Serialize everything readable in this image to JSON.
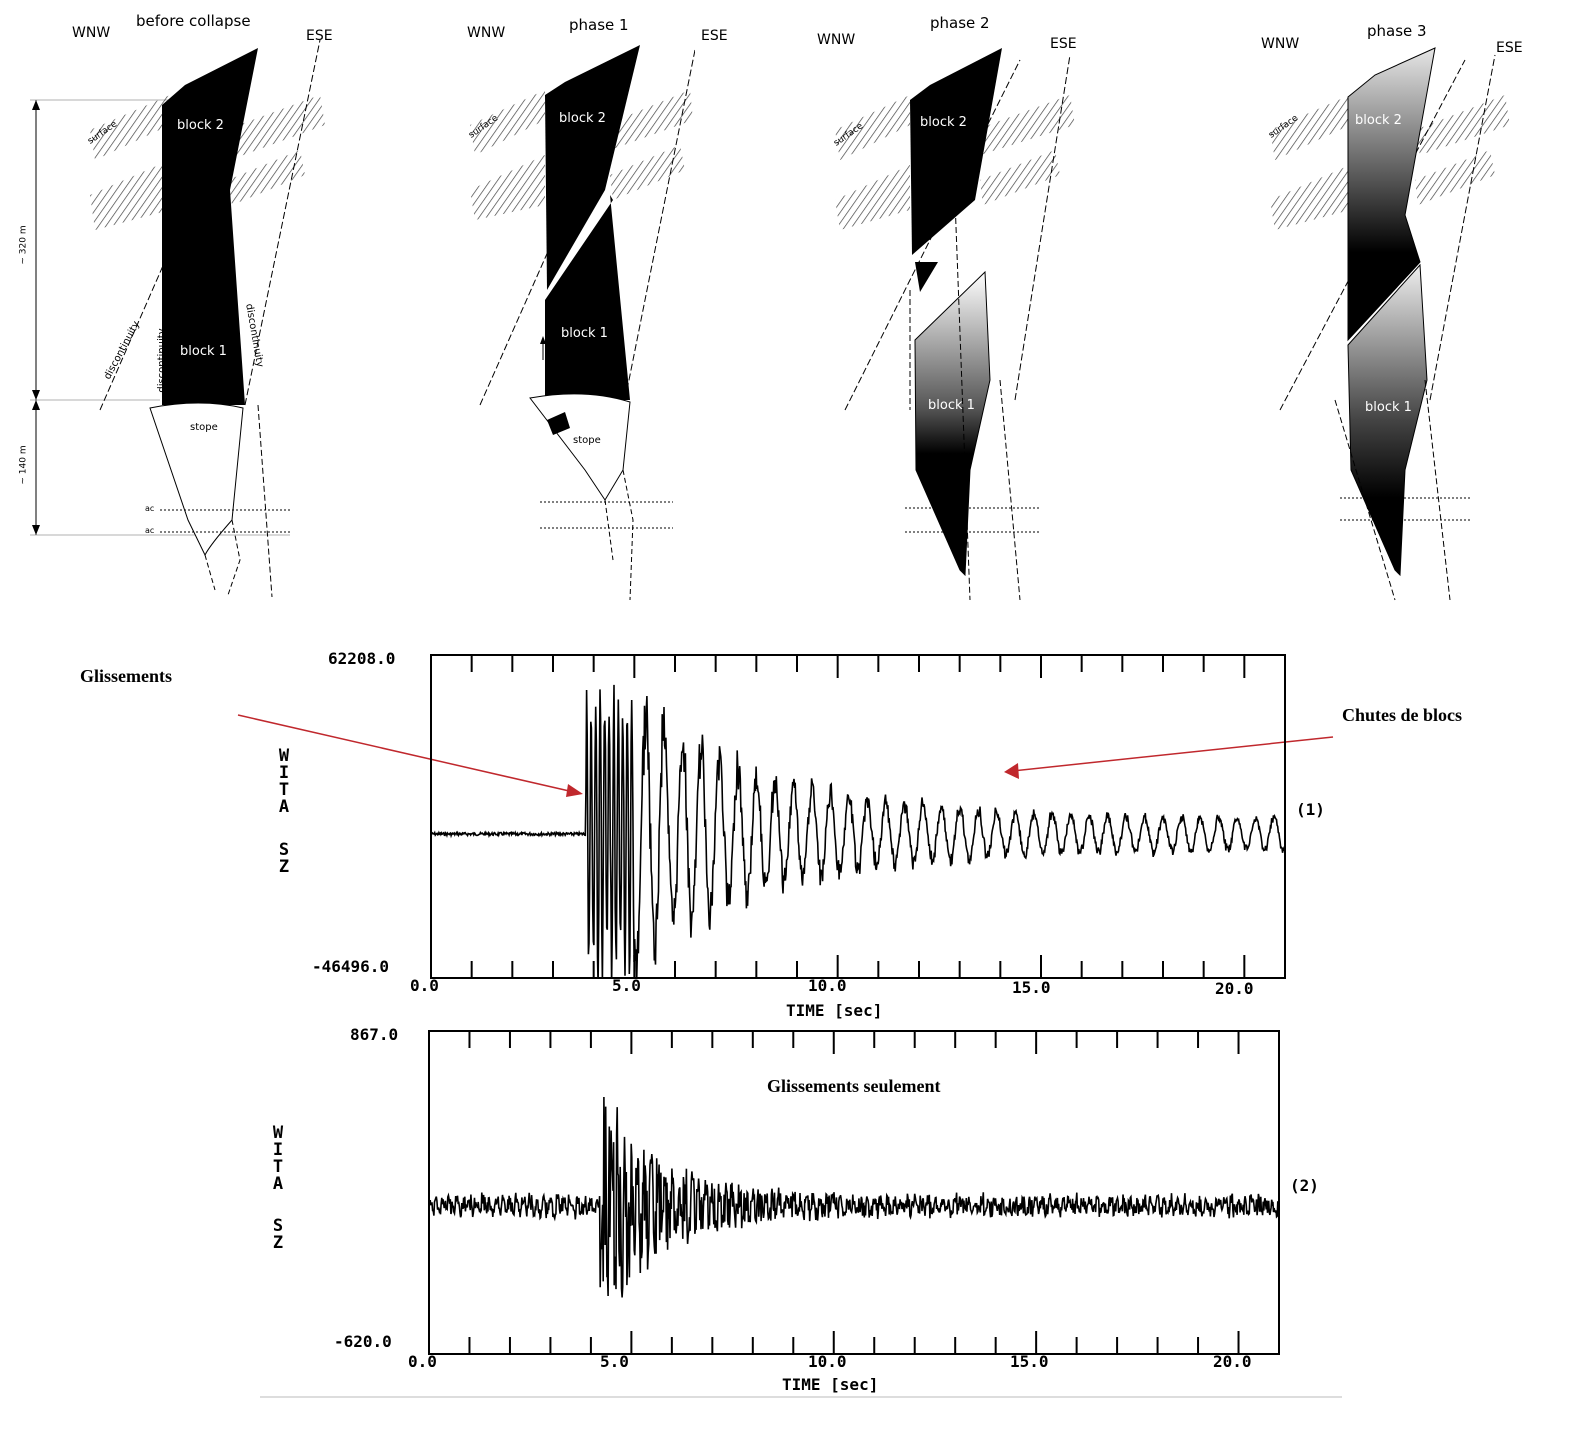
{
  "panels": [
    {
      "title": "before collapse",
      "left": "WNW",
      "right": "ESE",
      "block1": "block 1",
      "block2": "block 2",
      "stope": "stope",
      "surface": "surface",
      "discontinuity": "discontinuity",
      "dim_top": "~ 320 m",
      "dim_bottom": "~ 140 m",
      "ac": "ac"
    },
    {
      "title": "phase 1",
      "left": "WNW",
      "right": "ESE",
      "block1": "block 1",
      "block2": "block 2",
      "stope": "stope",
      "surface": "surface"
    },
    {
      "title": "phase 2",
      "left": "WNW",
      "right": "ESE",
      "block1": "block 1",
      "block2": "block 2",
      "surface": "surface"
    },
    {
      "title": "phase 3",
      "left": "WNW",
      "right": "ESE",
      "block1": "block 1",
      "block2": "block 2",
      "surface": "surface"
    }
  ],
  "annotations": {
    "glissements": "Glissements",
    "chutes": "Chutes de blocs",
    "glissements_seulement": "Glissements seulement",
    "arrow_color": "#c0282d"
  },
  "seismograms": [
    {
      "id": "(1)",
      "channel_a": "WITA",
      "channel_b": "SZ",
      "ymax": "62208.0",
      "ymin": "-46496.0",
      "xlabel": "TIME [sec]",
      "xticks": [
        "0.0",
        "5.0",
        "10.0",
        "15.0",
        "20.0"
      ],
      "duration": 21.0
    },
    {
      "id": "(2)",
      "channel_a": "WITA",
      "channel_b": "SZ",
      "ymax": "867.0",
      "ymin": "-620.0",
      "xlabel": "TIME [sec]",
      "xticks": [
        "0.0",
        "5.0",
        "10.0",
        "15.0",
        "20.0"
      ],
      "duration": 21.0
    }
  ]
}
